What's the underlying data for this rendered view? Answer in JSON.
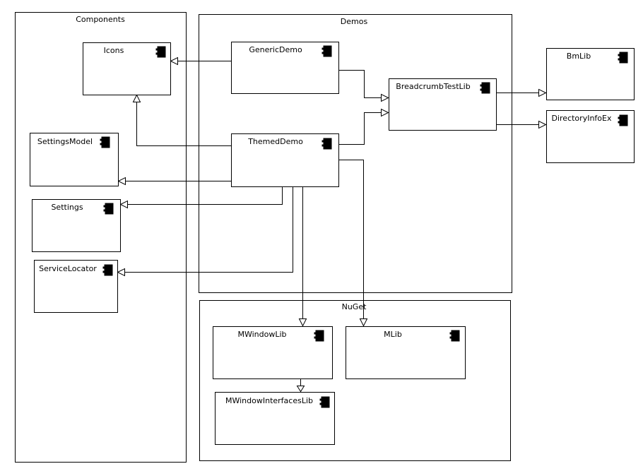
{
  "containers": {
    "components": "Components",
    "demos": "Demos",
    "nuget": "NuGet"
  },
  "nodes": {
    "icons": "Icons",
    "settings_model": "SettingsModel",
    "settings": "Settings",
    "service_locator": "ServiceLocator",
    "generic_demo": "GenericDemo",
    "themed_demo": "ThemedDemo",
    "breadcrumb_test_lib": "BreadcrumbTestLib",
    "bm_lib": "BmLib",
    "directory_info_ex": "DirectoryInfoEx",
    "mwindow_lib": "MWindowLib",
    "mlib": "MLib",
    "mwindow_interfaces_lib": "MWindowInterfacesLib"
  },
  "dependencies": [
    {
      "from": "GenericDemo",
      "to": "Icons"
    },
    {
      "from": "GenericDemo",
      "to": "BreadcrumbTestLib"
    },
    {
      "from": "ThemedDemo",
      "to": "Icons"
    },
    {
      "from": "ThemedDemo",
      "to": "BreadcrumbTestLib"
    },
    {
      "from": "ThemedDemo",
      "to": "SettingsModel"
    },
    {
      "from": "ThemedDemo",
      "to": "Settings"
    },
    {
      "from": "ThemedDemo",
      "to": "ServiceLocator"
    },
    {
      "from": "ThemedDemo",
      "to": "MWindowLib"
    },
    {
      "from": "ThemedDemo",
      "to": "MLib"
    },
    {
      "from": "BreadcrumbTestLib",
      "to": "BmLib"
    },
    {
      "from": "BreadcrumbTestLib",
      "to": "DirectoryInfoEx"
    },
    {
      "from": "MWindowLib",
      "to": "MWindowInterfacesLib"
    }
  ]
}
